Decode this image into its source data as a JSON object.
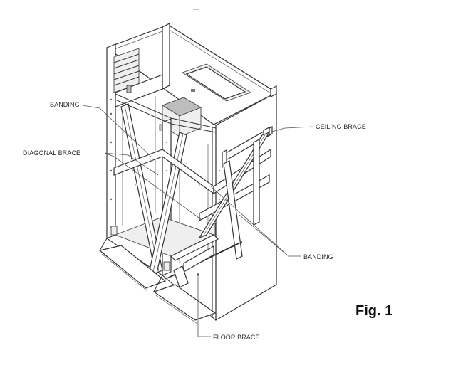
{
  "labels": {
    "banding_top": "BANDING",
    "diagonal_brace": "DIAGONAL BRACE",
    "ceiling_brace": "CEILING BRACE",
    "banding_right": "BANDING",
    "floor_brace": "FLOOR BRACE"
  },
  "figure_caption": "Fig. 1"
}
